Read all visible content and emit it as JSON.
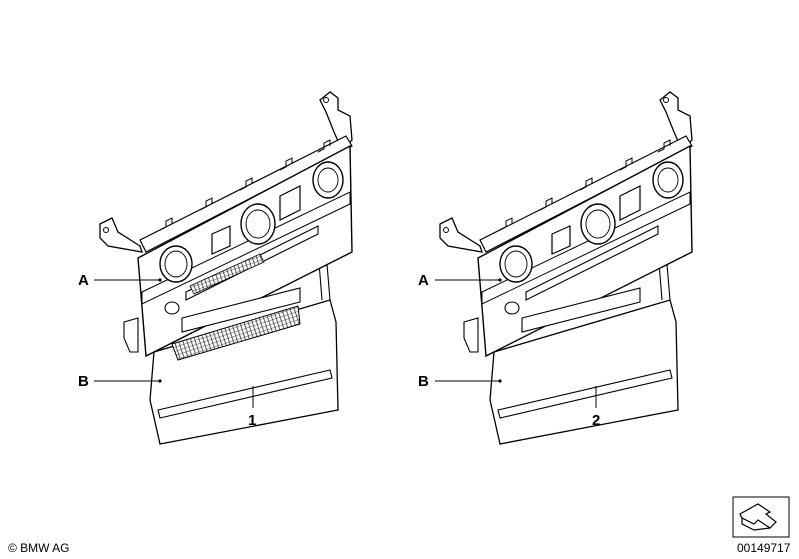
{
  "assemblies": [
    {
      "part_number": "1",
      "callouts": [
        {
          "id": "A",
          "label": "A"
        },
        {
          "id": "B",
          "label": "B"
        }
      ]
    },
    {
      "part_number": "2",
      "callouts": [
        {
          "id": "A",
          "label": "A"
        },
        {
          "id": "B",
          "label": "B"
        }
      ]
    }
  ],
  "footer": {
    "copyright": "© BMW AG",
    "diagram_id": "00149717"
  },
  "colors": {
    "line": "#000000",
    "panel_fill": "#ffffff",
    "grille": "#555555"
  },
  "icons": [
    "fold-arrow-icon"
  ]
}
